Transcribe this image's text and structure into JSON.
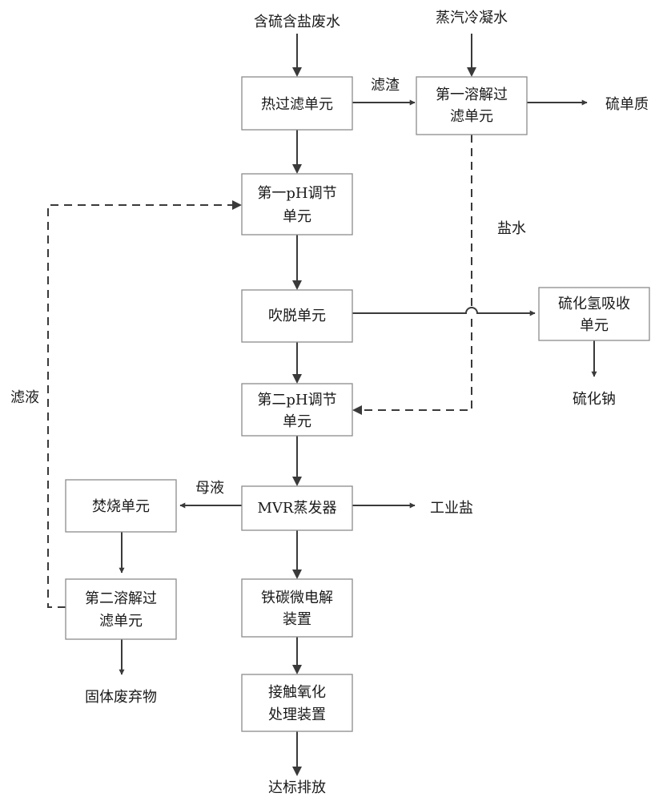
{
  "inputs": {
    "wastewater": "含硫含盐废水",
    "steam_condensate": "蒸汽冷凝水"
  },
  "units": {
    "hot_filter": [
      "热过滤单元"
    ],
    "first_dissolve_filter": [
      "第一溶解过",
      "滤单元"
    ],
    "first_ph_adjust": [
      "第一pH调节",
      "单元"
    ],
    "stripping": [
      "吹脱单元"
    ],
    "h2s_absorb": [
      "硫化氢吸收",
      "单元"
    ],
    "second_ph_adjust": [
      "第二pH调节",
      "单元"
    ],
    "mvr_evaporator": [
      "MVR蒸发器"
    ],
    "incineration": [
      "焚烧单元"
    ],
    "second_dissolve_filter": [
      "第二溶解过",
      "滤单元"
    ],
    "fe_c_microelectrolysis": [
      "铁碳微电解",
      "装置"
    ],
    "contact_oxidation": [
      "接触氧化",
      "处理装置"
    ]
  },
  "flow_labels": {
    "filter_residue": "滤渣",
    "brine": "盐水",
    "filtrate": "滤液",
    "mother_liquor": "母液"
  },
  "outputs": {
    "sulfur": "硫单质",
    "sodium_sulfide": "硫化钠",
    "industrial_salt": "工业盐",
    "solid_waste": "固体废弃物",
    "discharge": "达标排放"
  }
}
